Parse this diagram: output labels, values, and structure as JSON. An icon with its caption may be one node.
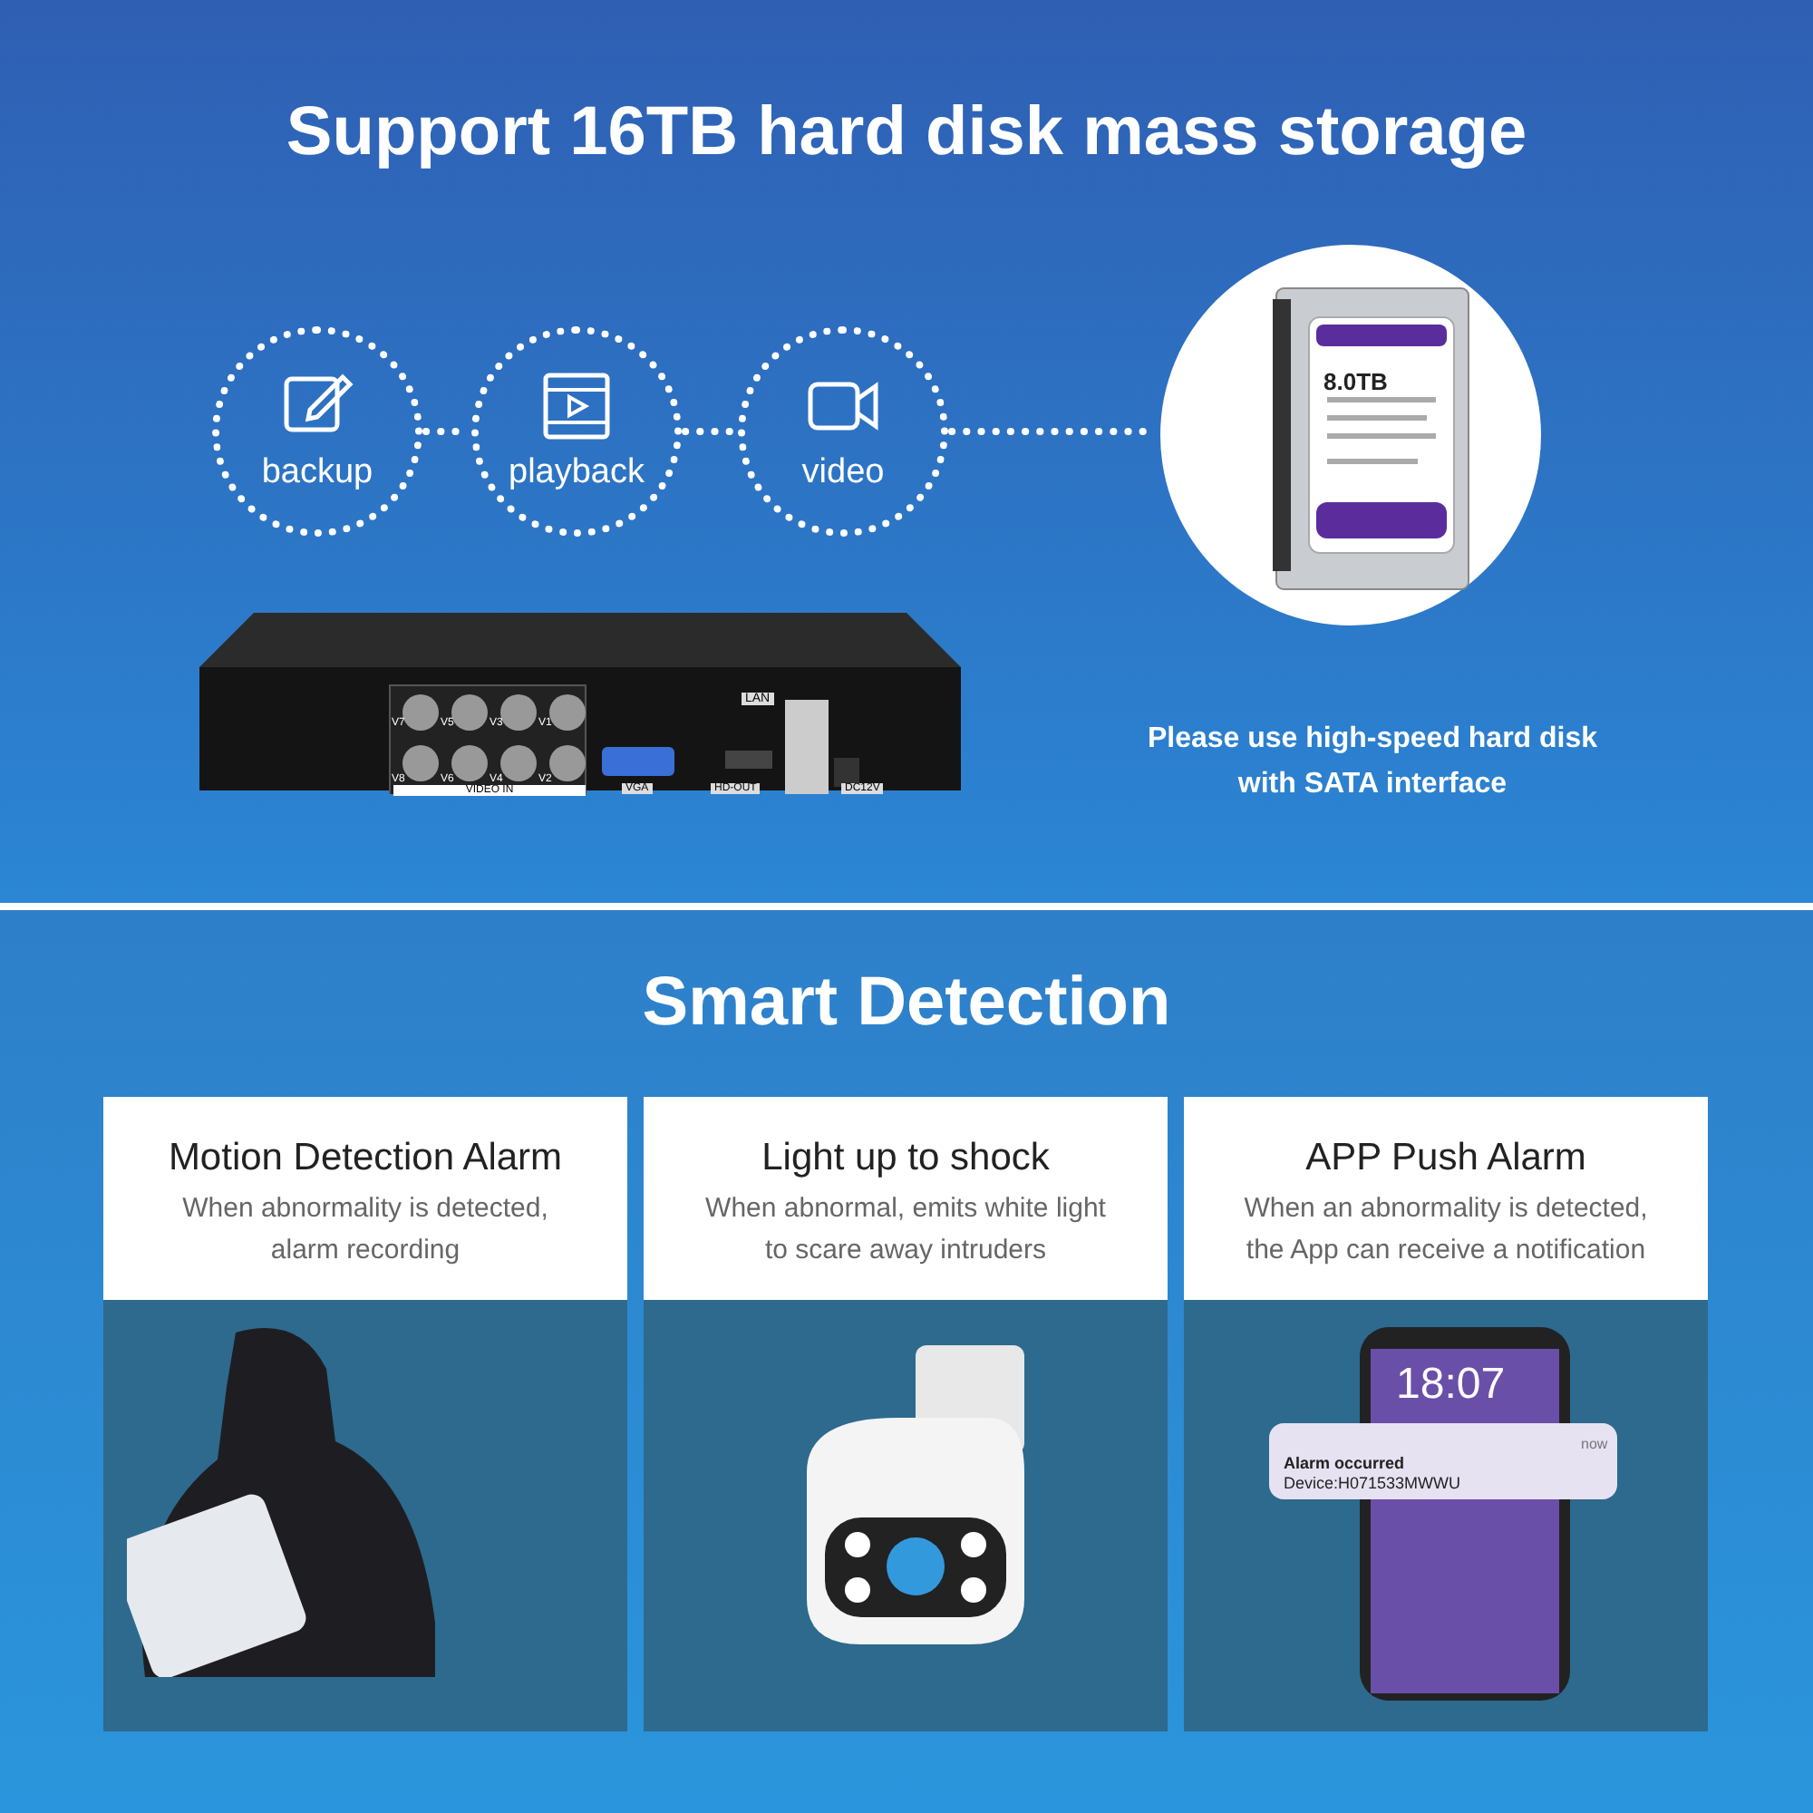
{
  "diagram": {
    "title": "Support 16TB hard disk mass storage",
    "nodes": [
      {
        "text": [
          "backup"
        ]
      },
      {
        "text": [
          "playback"
        ]
      },
      {
        "text": [
          "video"
        ]
      },
      {
        "text": [
          "8.0TB"
        ]
      },
      {
        "text": [
          "Motion Detection Alarm",
          "When abnormality is detected, alarm recording"
        ]
      },
      {
        "text": [
          "Light up to shock",
          "When abnormal, emits white light to scare away intruders"
        ]
      },
      {
        "text": [
          "APP Push Alarm",
          "When an abnormality is detected, the App can receive a notification"
        ]
      }
    ],
    "edges": [
      {
        "from": 0,
        "to": 1,
        "arrow": "none"
      },
      {
        "from": 1,
        "to": 2,
        "arrow": "none"
      },
      {
        "from": 2,
        "to": 3,
        "arrow": "none"
      }
    ],
    "labels": [
      "Please use high-speed hard disk with SATA interface",
      "Smart Detection",
      "LAN",
      "V7",
      "V5",
      "V3",
      "V1",
      "V8",
      "V6",
      "V4",
      "V2",
      "VIDEO IN",
      "VGA",
      "HD-OUT",
      "DC12V",
      "18:07",
      "now",
      "Alarm occurred",
      "Device:H071533MWWU"
    ]
  }
}
